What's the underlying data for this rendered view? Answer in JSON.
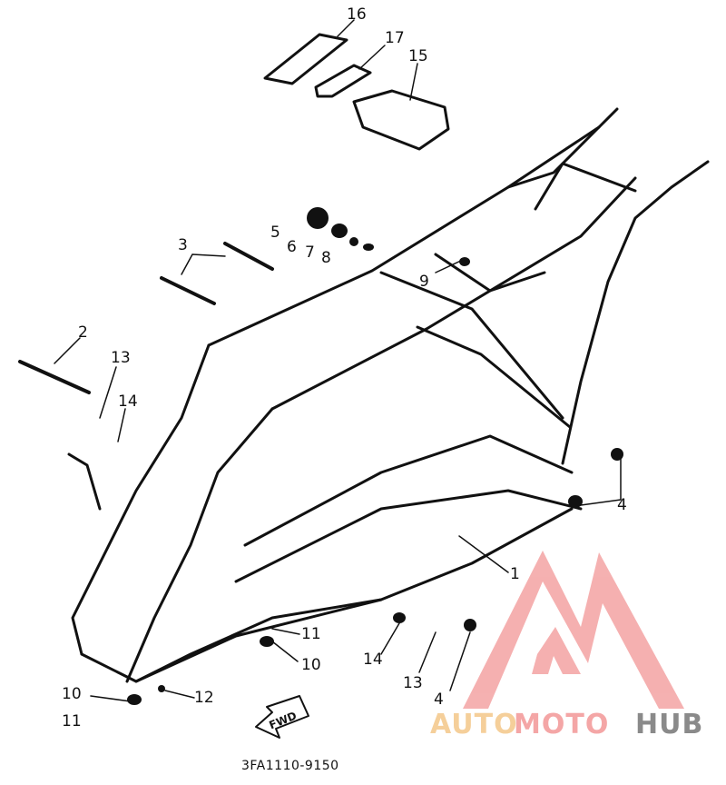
{
  "diagram": {
    "reference_code": "3FA1110-9150",
    "fwd_arrow_label": "FWD",
    "callouts": [
      {
        "id": "c16",
        "label": "16"
      },
      {
        "id": "c17",
        "label": "17"
      },
      {
        "id": "c15",
        "label": "15"
      },
      {
        "id": "c3",
        "label": "3"
      },
      {
        "id": "c5",
        "label": "5"
      },
      {
        "id": "c6",
        "label": "6"
      },
      {
        "id": "c7",
        "label": "7"
      },
      {
        "id": "c8",
        "label": "8"
      },
      {
        "id": "c9",
        "label": "9"
      },
      {
        "id": "c2",
        "label": "2"
      },
      {
        "id": "c13a",
        "label": "13"
      },
      {
        "id": "c14a",
        "label": "14"
      },
      {
        "id": "c4a",
        "label": "4"
      },
      {
        "id": "c1",
        "label": "1"
      },
      {
        "id": "c11a",
        "label": "11"
      },
      {
        "id": "c10a",
        "label": "10"
      },
      {
        "id": "c14b",
        "label": "14"
      },
      {
        "id": "c13b",
        "label": "13"
      },
      {
        "id": "c4b",
        "label": "4"
      },
      {
        "id": "c10b",
        "label": "10"
      },
      {
        "id": "c12",
        "label": "12"
      },
      {
        "id": "c11b",
        "label": "11"
      }
    ]
  },
  "watermark": {
    "part1": "AUTO",
    "part2": "MOTO",
    "part3": "HUB",
    "color_light": "#f5cf9a",
    "color_mid": "#f4a6a6",
    "color_dark": "#8a8a8a",
    "logo_color": "#f4a8a8"
  },
  "colors": {
    "ink": "#111111",
    "background": "#ffffff"
  }
}
